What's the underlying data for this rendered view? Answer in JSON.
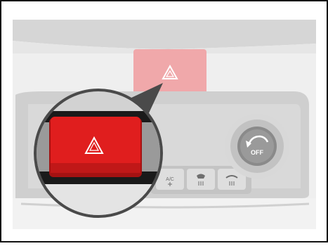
{
  "illustration": {
    "subject": "hazard-warning-switch",
    "colors": {
      "frame": "#111111",
      "dash_light": "#d9d9d9",
      "dash_mid": "#c8c8c8",
      "panel": "#cfcfcf",
      "panel_dark": "#bdbdbd",
      "hazard_faded": "#f0a8aa",
      "hazard_red": "#e01e1e",
      "hazard_red_dark": "#a51212",
      "zoom_bg": "#d2d2d2",
      "knob": "#8a8a8a"
    }
  },
  "knob": {
    "label": "OFF"
  },
  "buttons": [
    {
      "label": "A/C",
      "icon": "snowflake-icon"
    },
    {
      "label": "",
      "icon": "front-defrost-icon"
    },
    {
      "label": "",
      "icon": "rear-defrost-icon"
    }
  ]
}
